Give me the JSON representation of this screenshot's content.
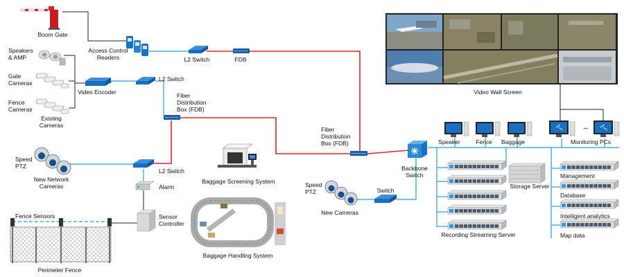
{
  "labels": {
    "boom_gate": "Boom Gate",
    "access_control_readers": [
      "Access Control",
      "Readers"
    ],
    "l2_switch_top": "L2 Switch",
    "fdb_top": "FDB",
    "speakers_amp": [
      "Speakers",
      "& AMP"
    ],
    "gate_cameras": [
      "Gate",
      "Cameras"
    ],
    "fence_cameras": [
      "Fence",
      "Cameras"
    ],
    "existing_cameras": [
      "Existing",
      "Cameras"
    ],
    "video_encoder": "Video Encoder",
    "l2_switch_mid": "L2 Switch",
    "fiber_box_left": [
      "Fiber",
      "Distribution",
      "Box (FDB)"
    ],
    "fiber_box_right": [
      "Fiber",
      "Distribution",
      "Box (FDB)"
    ],
    "speed_ptz_left": [
      "Speed",
      "PTZ"
    ],
    "new_network_cameras": [
      "New Network",
      "Cameras"
    ],
    "l2_switch_low": "L2 Switch",
    "alarm": "Alarm",
    "sensor_controller": [
      "Sensor",
      "Controller"
    ],
    "fence_sensors": "Fence Sensors",
    "perimeter_fence": "Perimeter Fence",
    "baggage_screening": "Baggage Screening System",
    "baggage_handling": "Baggage Handling System",
    "speed_ptz_right": [
      "Speed",
      "PTZ"
    ],
    "new_cameras": "New Cameras",
    "switch": "Switch",
    "backbone_switch": [
      "Backbone",
      "Switch"
    ],
    "video_wall": "Video Wall Screen",
    "speaker": "Speaker",
    "fence": "Fence",
    "baggage": "Baggage",
    "ellipsis": "...",
    "monitoring_pcs": "Monitoring PCs",
    "storage_server": "Storage Server",
    "recording_streaming": "Recording Streaming Server",
    "management": "Management",
    "database": "Database",
    "intelligent_analytics": "Intelligent analytics",
    "map_data": "Map data"
  },
  "colors": {
    "fiber_line": "#e0242b",
    "network_line": "#2b9be0",
    "wire": "#222222",
    "device_blue": "#1b6fc2"
  }
}
